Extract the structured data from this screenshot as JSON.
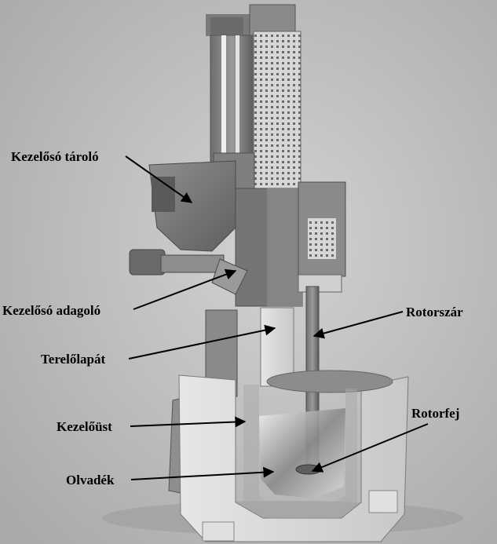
{
  "labels": {
    "kezeloso_tarolo": "Kezelősó tároló",
    "kezeloso_adagolo": "Kezelősó adagoló",
    "terelolapat": "Terelőlapát",
    "kezeloust": "Kezelőüst",
    "olvadek": "Olvadék",
    "rotorszar": "Rotorszár",
    "rotorfej": "Rotorfej"
  },
  "colors": {
    "background": "#bdbdbd",
    "label_text": "#000000",
    "arrow": "#000000"
  }
}
